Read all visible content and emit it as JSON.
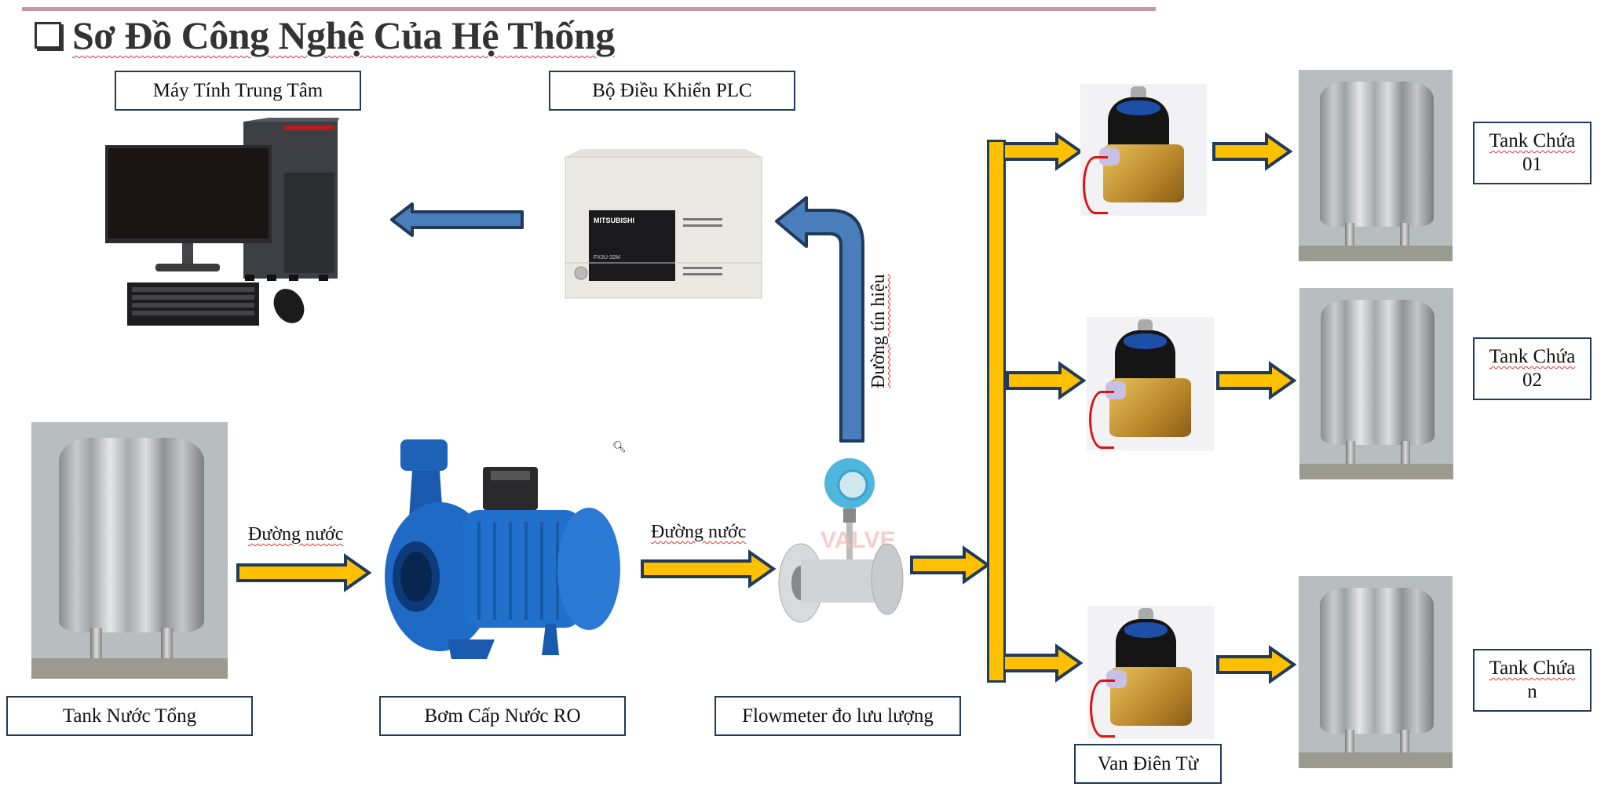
{
  "title": "Sơ Đồ Công Nghệ Của Hệ Thống",
  "colors": {
    "accent_line": "#c896a8",
    "corner_accent": "#e8b000",
    "signal_arrow_fill": "#4a7ebb",
    "signal_arrow_border": "#1f3a5a",
    "water_arrow_fill": "#ffc000",
    "water_arrow_border": "#1f3a5a"
  },
  "components": {
    "computer": {
      "label": "Máy Tính Trung Tâm",
      "icon": "desktop-computer-image"
    },
    "plc": {
      "label": "Bộ Điều Khiển PLC",
      "icon": "plc-controller-image",
      "brand_text": "MITSUBISHI",
      "model_text": "FX3U-32M"
    },
    "main_tank": {
      "label": "Tank Nước Tổng",
      "icon": "stainless-tank-image"
    },
    "pump": {
      "label": "Bơm Cấp Nước RO",
      "icon": "centrifugal-pump-image"
    },
    "flowmeter": {
      "label": "Flowmeter đo lưu lượng",
      "icon": "flowmeter-image",
      "watermark": "VALVE"
    },
    "solenoid_valve": {
      "label": "Van Điên Từ",
      "icon": "solenoid-valve-image"
    },
    "storage_tanks": [
      {
        "label_line1": "Tank Chứa",
        "label_line2": "01"
      },
      {
        "label_line1": "Tank Chứa",
        "label_line2": "02"
      },
      {
        "label_line1": "Tank Chứa",
        "label_line2": "n"
      }
    ]
  },
  "connections": {
    "water_line_1": "Đường nước",
    "water_line_2": "Đường nước",
    "signal_line": "Đường tín hiệu"
  },
  "icons": {
    "title_bullet": "checkbox-square-icon",
    "zoom": "magnifier-icon"
  }
}
